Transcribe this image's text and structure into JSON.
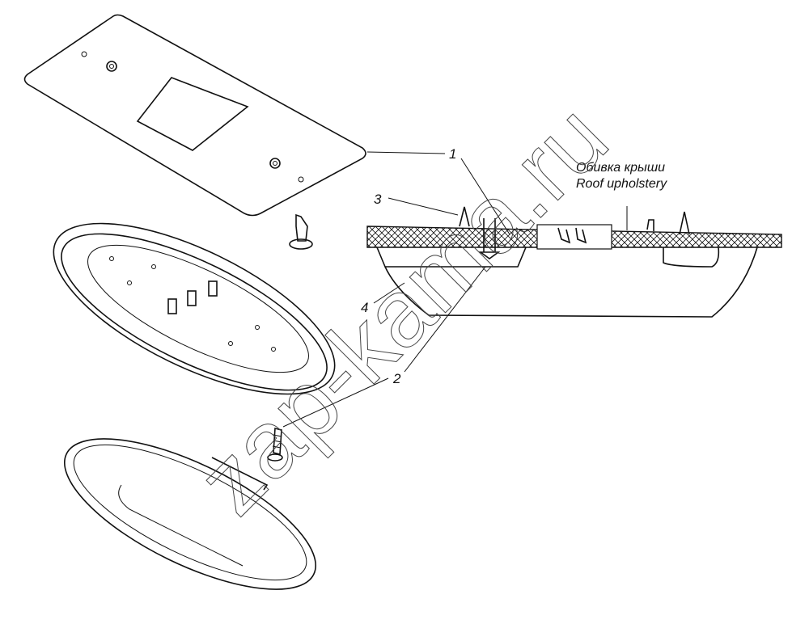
{
  "callouts": {
    "part1": "1",
    "part2": "2",
    "part3": "3",
    "part4": "4"
  },
  "annotation": {
    "ru": "Обивка крыши",
    "en": "Roof upholstery"
  },
  "watermark": "zap-kama.ru"
}
